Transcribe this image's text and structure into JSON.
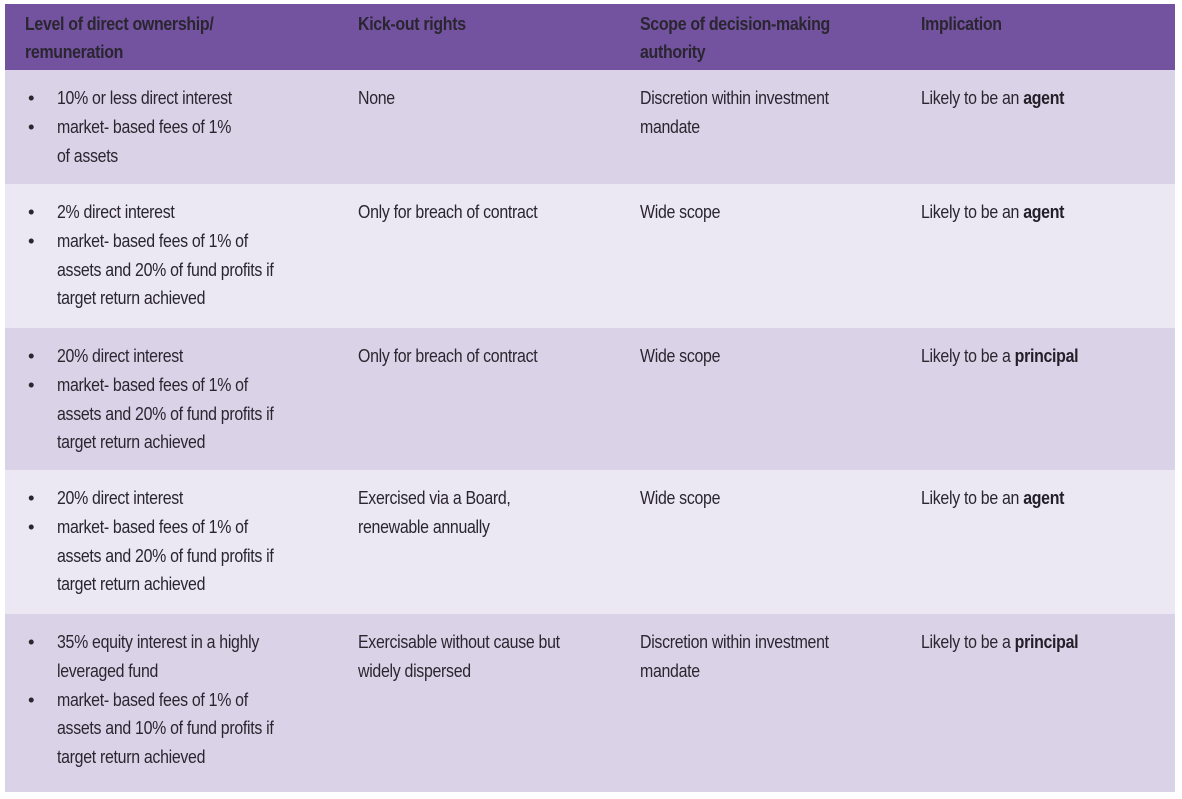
{
  "colors": {
    "header_bg": "#7352a0",
    "row_dark_bg": "#dad3e8",
    "row_light_bg": "#ebe7f3",
    "text": "#2a2630"
  },
  "table": {
    "headers": [
      [
        "Level of direct ownership/",
        "remuneration"
      ],
      [
        "Kick-out rights"
      ],
      [
        "Scope of decision-making",
        "authority"
      ],
      [
        "Implication"
      ]
    ],
    "rows": [
      {
        "ownership": [
          [
            "10% or less direct interest"
          ],
          [
            "market- based fees of 1%",
            "of assets"
          ]
        ],
        "kick_out": [
          "None"
        ],
        "scope": [
          "Discretion within investment",
          "mandate"
        ],
        "implication": {
          "prefix": "Likely to be an ",
          "bold": "agent"
        }
      },
      {
        "ownership": [
          [
            "2% direct interest"
          ],
          [
            "market- based fees of 1% of",
            "assets and 20% of fund profits if",
            "target return achieved"
          ]
        ],
        "kick_out": [
          "Only for breach of contract"
        ],
        "scope": [
          "Wide scope"
        ],
        "implication": {
          "prefix": "Likely to be an ",
          "bold": "agent"
        }
      },
      {
        "ownership": [
          [
            "20% direct interest"
          ],
          [
            "market- based fees of 1% of",
            "assets and 20% of fund profits if",
            "target return achieved"
          ]
        ],
        "kick_out": [
          "Only for breach of contract"
        ],
        "scope": [
          "Wide scope"
        ],
        "implication": {
          "prefix": "Likely to be a ",
          "bold": "principal"
        }
      },
      {
        "ownership": [
          [
            "20% direct interest"
          ],
          [
            "market- based fees of 1% of",
            "assets and 20% of fund profits if",
            "target return achieved"
          ]
        ],
        "kick_out": [
          "Exercised via a Board,",
          "renewable annually"
        ],
        "scope": [
          "Wide scope"
        ],
        "implication": {
          "prefix": "Likely to be an ",
          "bold": "agent"
        }
      },
      {
        "ownership": [
          [
            "35% equity interest in a highly",
            "leveraged fund"
          ],
          [
            "market- based fees of 1% of",
            "assets and 10% of fund profits if",
            "target return achieved"
          ]
        ],
        "kick_out": [
          "Exercisable without cause but",
          "widely dispersed"
        ],
        "scope": [
          "Discretion within investment",
          "mandate"
        ],
        "implication": {
          "prefix": "Likely to be a ",
          "bold": "principal"
        }
      }
    ],
    "bullet_glyph": "•"
  }
}
